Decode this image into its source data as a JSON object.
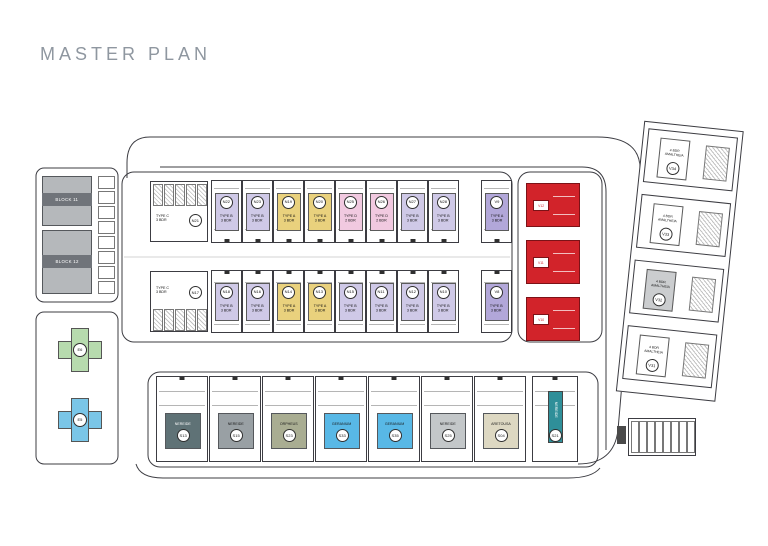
{
  "title": "MASTER PLAN",
  "left_area": {
    "blocks": [
      {
        "label": "BLOCK 11"
      },
      {
        "label": "BLOCK 12"
      }
    ],
    "estate_units": [
      {
        "id": "E6",
        "color": "#b7dbae"
      },
      {
        "id": "E5",
        "color": "#7ac6e8"
      }
    ]
  },
  "center_island": {
    "garages": [
      {
        "id": "N21",
        "type": "TYPE C",
        "bdr": "3 BDR"
      },
      {
        "id": "N17",
        "type": "TYPE C",
        "bdr": "3 BDR"
      }
    ],
    "top_row": [
      {
        "id": "N22",
        "type": "TYPE B",
        "bdr": "3 BDR",
        "color": "#cfc9e7"
      },
      {
        "id": "N23",
        "type": "TYPE B",
        "bdr": "3 BDR",
        "color": "#cfc9e7"
      },
      {
        "id": "N19",
        "type": "TYPE A",
        "bdr": "3 BDR",
        "color": "#e9d17d"
      },
      {
        "id": "N20",
        "type": "TYPE A",
        "bdr": "3 BDR",
        "color": "#e9d17d"
      },
      {
        "id": "N25",
        "type": "TYPE D",
        "bdr": "2 BDR",
        "color": "#f1c9e0"
      },
      {
        "id": "N26",
        "type": "TYPE D",
        "bdr": "2 BDR",
        "color": "#f1c9e0"
      },
      {
        "id": "N27",
        "type": "TYPE B",
        "bdr": "3 BDR",
        "color": "#cfc9e7"
      },
      {
        "id": "N28",
        "type": "TYPE B",
        "bdr": "3 BDR",
        "color": "#cfc9e7"
      },
      {
        "id": "V9",
        "type": "TYPE A",
        "bdr": "3 BDR",
        "color": "#b2a7d9"
      }
    ],
    "bottom_row": [
      {
        "id": "N18",
        "type": "TYPE B",
        "bdr": "3 BDR",
        "color": "#cfc9e7"
      },
      {
        "id": "N16",
        "type": "TYPE B",
        "bdr": "3 BDR",
        "color": "#cfc9e7"
      },
      {
        "id": "N14",
        "type": "TYPE A",
        "bdr": "3 BDR",
        "color": "#e9d17d"
      },
      {
        "id": "N13",
        "type": "TYPE A",
        "bdr": "3 BDR",
        "color": "#e9d17d"
      },
      {
        "id": "N15",
        "type": "TYPE B",
        "bdr": "3 BDR",
        "color": "#cfc9e7"
      },
      {
        "id": "N11",
        "type": "TYPE B",
        "bdr": "3 BDR",
        "color": "#cfc9e7"
      },
      {
        "id": "N12",
        "type": "TYPE B",
        "bdr": "3 BDR",
        "color": "#cfc9e7"
      },
      {
        "id": "N10",
        "type": "TYPE B",
        "bdr": "3 BDR",
        "color": "#cfc9e7"
      },
      {
        "id": "V8",
        "type": "TYPE B",
        "bdr": "3 BDR",
        "color": "#b2a7d9"
      }
    ]
  },
  "red_villas": {
    "color": "#d2232a",
    "units": [
      {
        "id": "V12"
      },
      {
        "id": "V11"
      },
      {
        "id": "V10"
      }
    ]
  },
  "right_strip": {
    "villas": [
      {
        "id": "V34",
        "bdr": "4 BDR",
        "name": "AMALTHEIA",
        "box_color": "#ffffff"
      },
      {
        "id": "V33",
        "bdr": "4 BDR",
        "name": "AMALTHEIA",
        "box_color": "#ffffff"
      },
      {
        "id": "V32",
        "bdr": "4 BDR",
        "name": "AMALTHEIA",
        "box_color": "#cbcdcf"
      },
      {
        "id": "V31",
        "bdr": "4 BDR",
        "name": "AMALTHEIA",
        "box_color": "#ffffff"
      }
    ]
  },
  "south_row": {
    "houses": [
      {
        "name": "NEREIDE",
        "id": "S13",
        "color": "#5f7276",
        "text_color": "#ffffff"
      },
      {
        "name": "NEREIDE",
        "id": "S15",
        "color": "#99a0a4",
        "text_color": "#1a1a1a"
      },
      {
        "name": "ORPHEUS",
        "id": "S23",
        "color": "#a9ad92",
        "text_color": "#1a1a1a"
      },
      {
        "name": "GERANIUM",
        "id": "S33",
        "color": "#58b8e6",
        "text_color": "#1a1a1a"
      },
      {
        "name": "GERANIUM",
        "id": "S35",
        "color": "#58b8e6",
        "text_color": "#1a1a1a"
      },
      {
        "name": "NEREIDE",
        "id": "S25",
        "color": "#c3c7c9",
        "text_color": "#1a1a1a"
      },
      {
        "name": "ARETOUSA",
        "id": "S04",
        "color": "#ddd8c2",
        "text_color": "#1a1a1a"
      },
      {
        "name": "NEREIDE",
        "id": "S21",
        "color": "#2f8f99",
        "text_color": "#ffffff",
        "vertical": true
      }
    ]
  }
}
